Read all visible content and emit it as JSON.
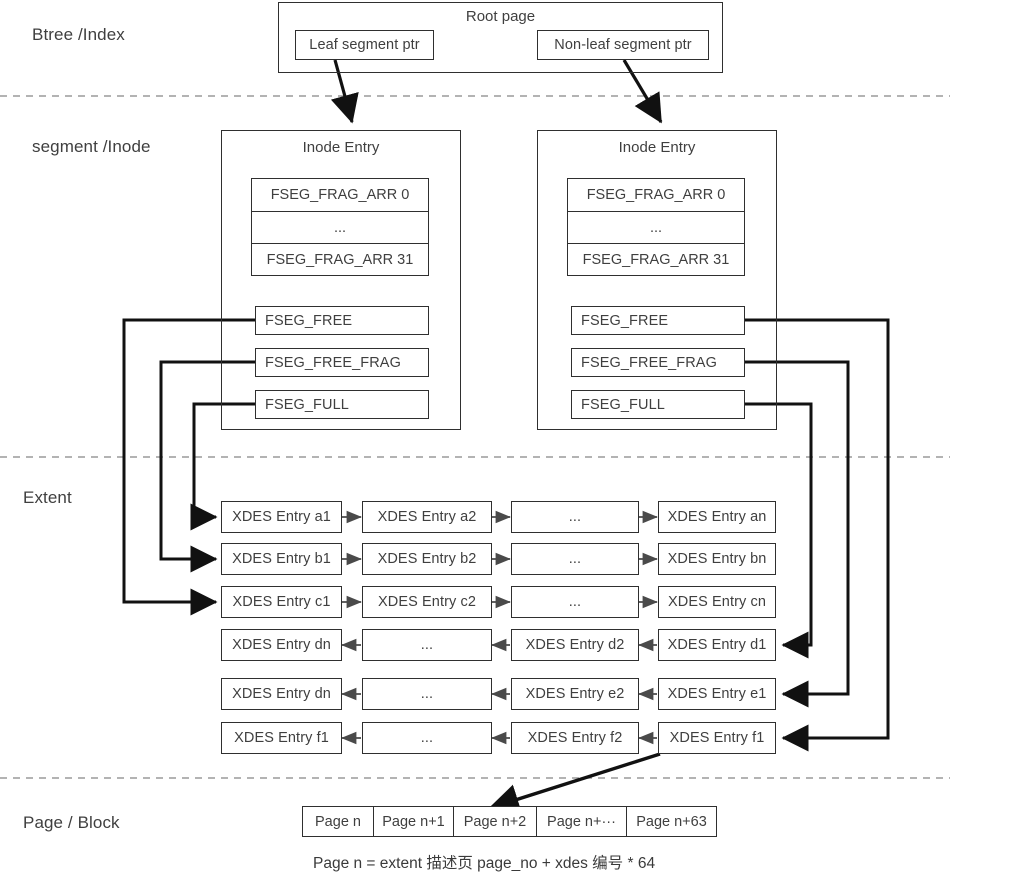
{
  "diagram": {
    "title_layers": [
      {
        "id": "btree",
        "label": "Btree /Index"
      },
      {
        "id": "segment",
        "label": "segment /Inode"
      },
      {
        "id": "extent",
        "label": "Extent"
      },
      {
        "id": "page",
        "label": "Page / Block"
      }
    ],
    "root_page": {
      "title": "Root page",
      "pointers": [
        {
          "id": "leaf",
          "label": "Leaf segment ptr"
        },
        {
          "id": "nonleaf",
          "label": "Non-leaf segment ptr"
        }
      ]
    },
    "inodes": [
      {
        "id": "inode-left",
        "title": "Inode Entry",
        "frag_arr": [
          "FSEG_FRAG_ARR 0",
          "...",
          "FSEG_FRAG_ARR 31"
        ],
        "lists": [
          {
            "id": "fseg-free",
            "label": "FSEG_FREE"
          },
          {
            "id": "fseg-free-frag",
            "label": "FSEG_FREE_FRAG"
          },
          {
            "id": "fseg-full",
            "label": "FSEG_FULL"
          }
        ]
      },
      {
        "id": "inode-right",
        "title": "Inode Entry",
        "frag_arr": [
          "FSEG_FRAG_ARR 0",
          "...",
          "FSEG_FRAG_ARR 31"
        ],
        "lists": [
          {
            "id": "fseg-free",
            "label": "FSEG_FREE"
          },
          {
            "id": "fseg-free-frag",
            "label": "FSEG_FREE_FRAG"
          },
          {
            "id": "fseg-full",
            "label": "FSEG_FULL"
          }
        ]
      }
    ],
    "extent_rows": [
      {
        "id": "row-a",
        "direction": "left-to-right",
        "cells": [
          "XDES Entry a1",
          "XDES Entry  a2",
          "...",
          "XDES Entry an"
        ]
      },
      {
        "id": "row-b",
        "direction": "left-to-right",
        "cells": [
          "XDES Entry b1",
          "XDES Entry  b2",
          "...",
          "XDES Entry bn"
        ]
      },
      {
        "id": "row-c",
        "direction": "left-to-right",
        "cells": [
          "XDES Entry c1",
          "XDES Entry  c2",
          "...",
          "XDES Entry cn"
        ]
      },
      {
        "id": "row-d",
        "direction": "right-to-left",
        "cells": [
          "XDES Entry dn",
          "...",
          "XDES Entry  d2",
          "XDES Entry d1"
        ]
      },
      {
        "id": "row-e",
        "direction": "right-to-left",
        "cells": [
          "XDES Entry dn",
          "...",
          "XDES Entry  e2",
          "XDES Entry e1"
        ]
      },
      {
        "id": "row-f",
        "direction": "right-to-left",
        "cells": [
          "XDES Entry f1",
          "...",
          "XDES Entry  f2",
          "XDES Entry f1"
        ]
      }
    ],
    "page_block": {
      "cells": [
        "Page n",
        "Page n+1",
        "Page n+2",
        "Page n+···",
        "Page n+63"
      ],
      "formula": "Page n = extent 描述页 page_no + xdes 编号 * 64"
    },
    "colors": {
      "stroke": "#2f2f2f",
      "text": "#3f3f3f",
      "divider": "#9a9a9a",
      "background": "#ffffff"
    }
  }
}
